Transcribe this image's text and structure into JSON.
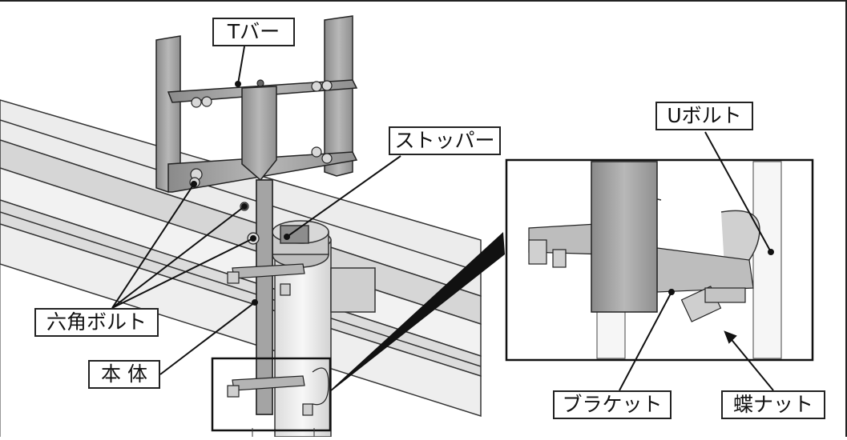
{
  "labels": {
    "t_bar": "Tバー",
    "stopper": "ストッパー",
    "u_bolt": "Uボルト",
    "hex_bolt": "六角ボルト",
    "body": "本 体",
    "bracket": "ブラケット",
    "wing_nut": "蝶ナット"
  },
  "colors": {
    "metal": "#a9a9a9",
    "metal_dark": "#7d7d7d",
    "metal_light": "#cfcfcf",
    "rail": "#e6e6e6",
    "outline": "#222222"
  }
}
